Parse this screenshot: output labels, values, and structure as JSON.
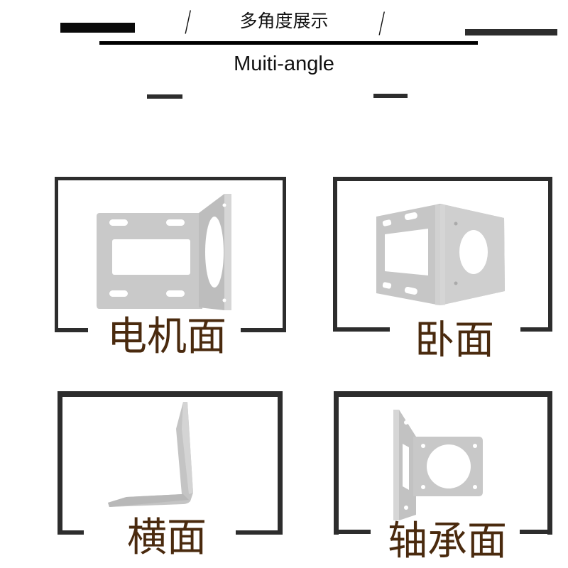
{
  "header": {
    "title_cn": "多角度展示",
    "title_en": "Muiti-angle",
    "slash_left": "/",
    "slash_right": "/"
  },
  "colors": {
    "frame": "#2d2d2d",
    "label": "#4a2a0e",
    "bracket_metal": "#c8c8c8",
    "bracket_shadow": "#9e9e9e"
  },
  "views": [
    {
      "label": "电机面",
      "image": "bracket-motor-face-photo"
    },
    {
      "label": "卧面",
      "image": "bracket-horizontal-lying-photo"
    },
    {
      "label": "横面",
      "image": "bracket-side-profile-photo"
    },
    {
      "label": "轴承面",
      "image": "bracket-bearing-face-photo"
    }
  ]
}
